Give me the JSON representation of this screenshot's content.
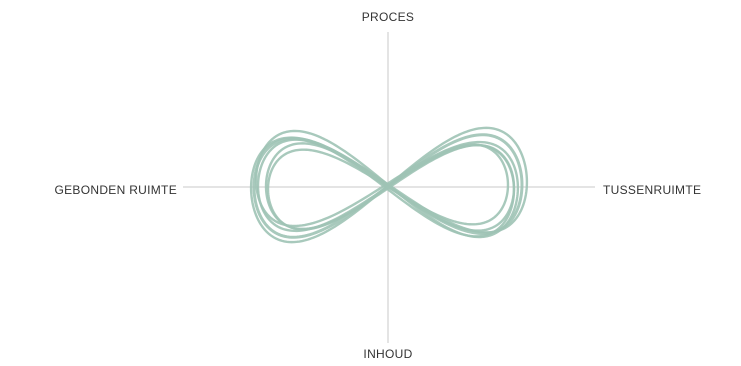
{
  "diagram": {
    "labels": {
      "top": "PROCES",
      "bottom": "INHOUD",
      "left": "GEBONDEN RUIMTE",
      "right": "TUSSENRUIMTE"
    },
    "colors": {
      "axis": "#c9c9c9",
      "infinity_stroke": "#9fc3b5",
      "text": "#333333"
    },
    "infinity_symbol_icon": "infinity-icon"
  }
}
